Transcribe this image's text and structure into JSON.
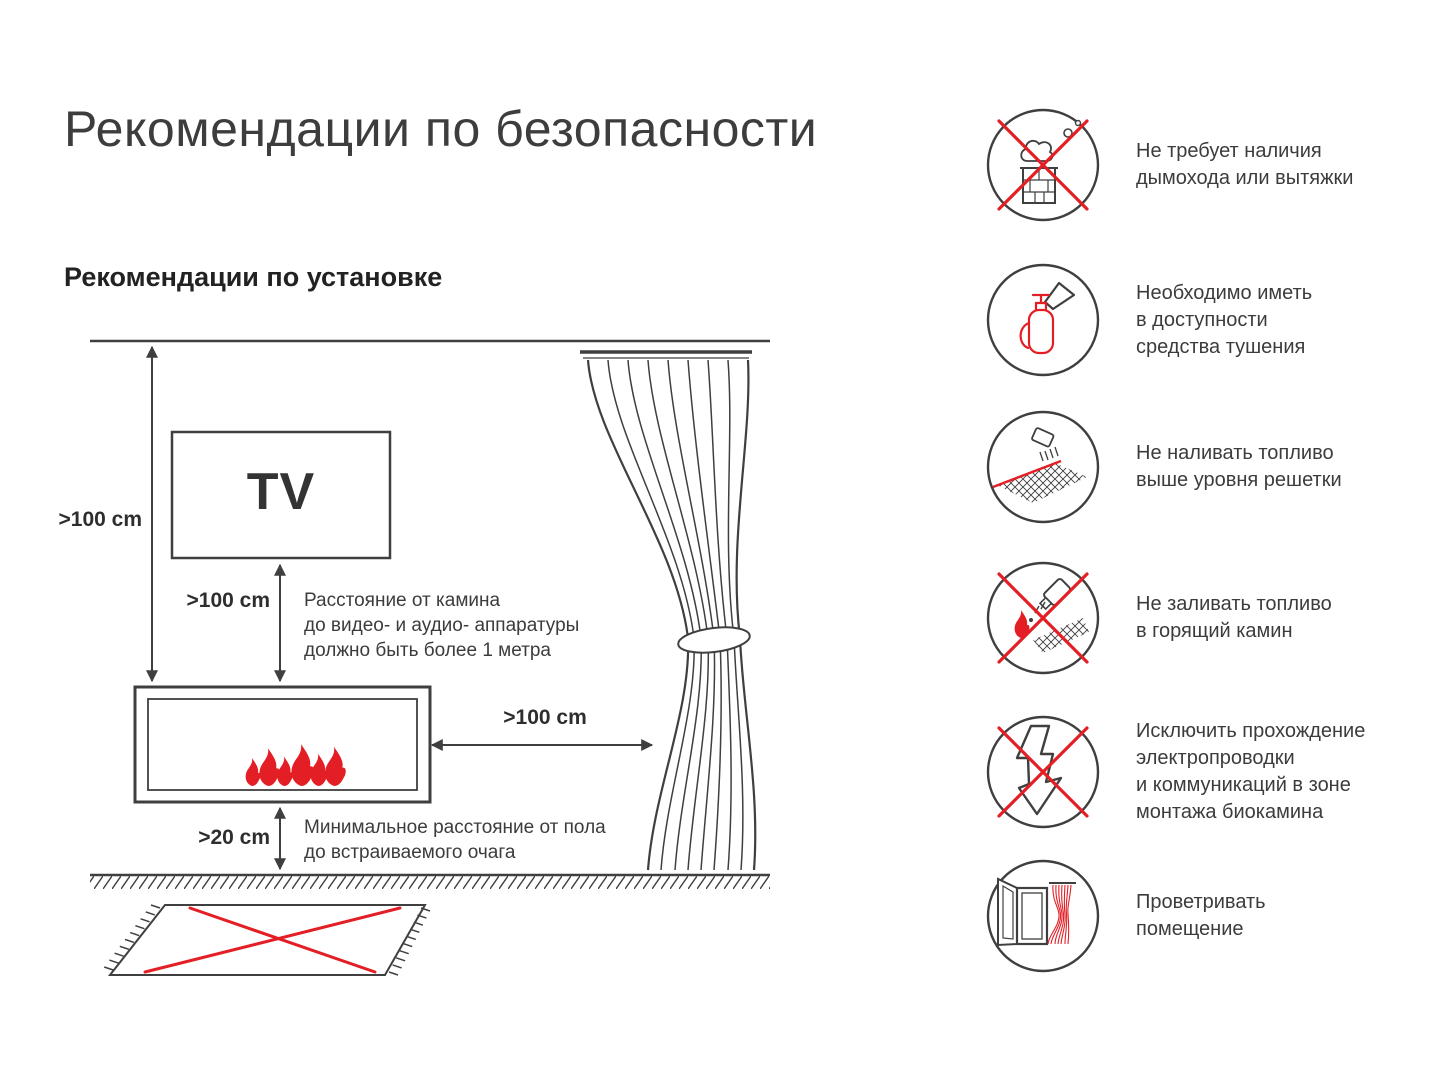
{
  "colors": {
    "accent_red": "#e31e24",
    "line_dark": "#3f3f3f",
    "text_dark": "#3c3c3c"
  },
  "header": {
    "title": "Рекомендации по безопасности",
    "subtitle": "Рекомендации по установке"
  },
  "diagram": {
    "tv_label": "TV",
    "dim_wall_to_fireplace": ">100 cm",
    "dim_tv_to_fireplace": ">100 cm",
    "dim_fireplace_to_curtain": ">100 cm",
    "dim_floor_to_fireplace": ">20 cm",
    "note_equipment": "Расстояние от камина\nдо видео- и аудио- аппаратуры\nдолжно быть более 1 метра",
    "note_floor": "Минимальное расстояние от пола\nдо встраиваемого очага"
  },
  "safety_items": [
    {
      "icon": "no-chimney-icon",
      "text": "Не требует наличия\nдымохода или вытяжки"
    },
    {
      "icon": "fire-extinguisher-icon",
      "text": "Необходимо иметь\nв доступности\nсредства тушения"
    },
    {
      "icon": "fuel-level-icon",
      "text": "Не наливать топливо\nвыше уровня решетки"
    },
    {
      "icon": "no-refuel-burning-icon",
      "text": "Не заливать топливо\nв горящий камин"
    },
    {
      "icon": "no-wiring-icon",
      "text": "Исключить прохождение\nэлектропроводки\nи коммуникаций в зоне\nмонтажа биокамина"
    },
    {
      "icon": "ventilate-icon",
      "text": "Проветривать\nпомещение"
    }
  ]
}
